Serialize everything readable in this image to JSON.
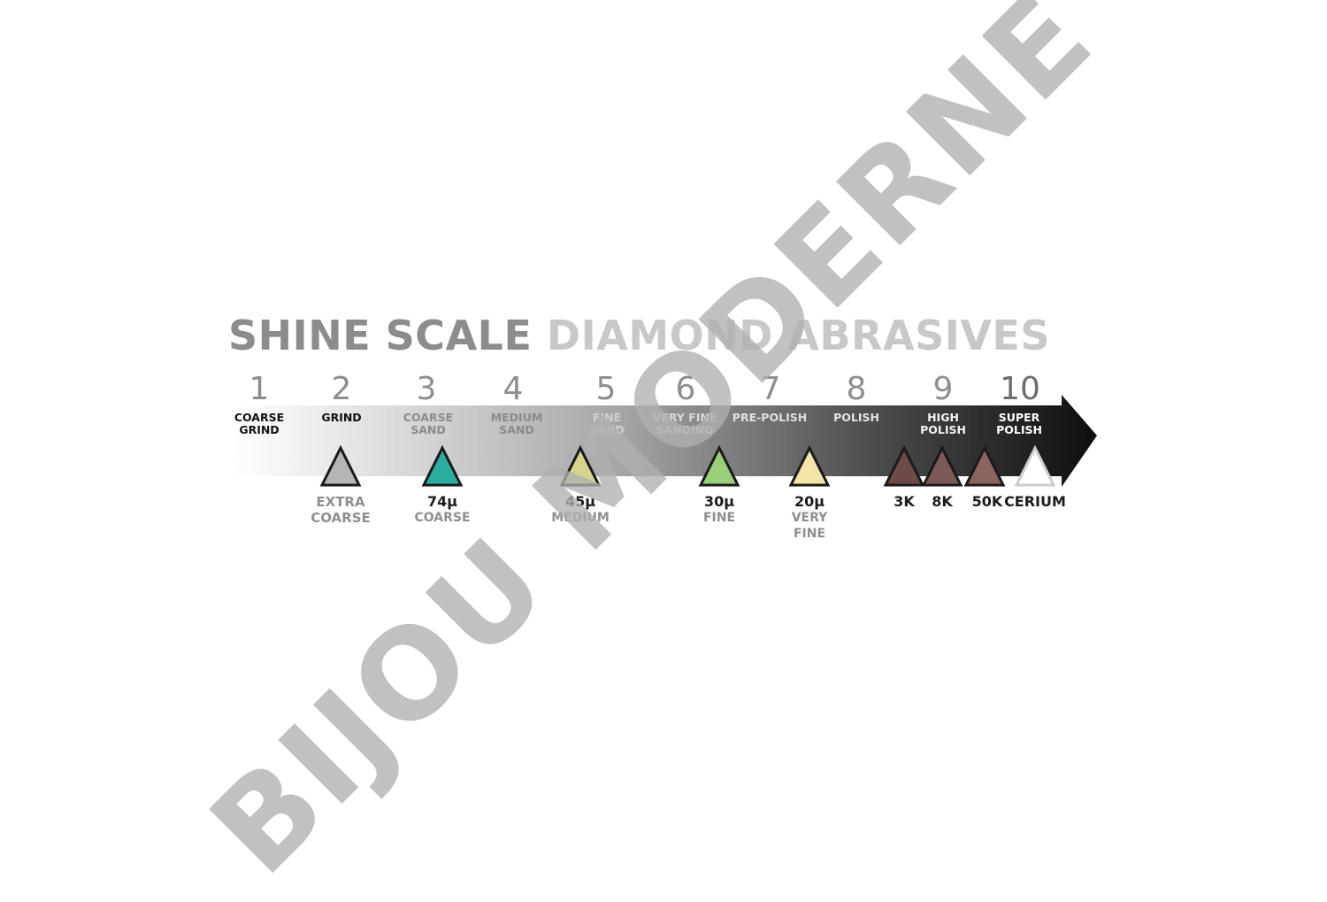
{
  "title": {
    "part1": "SHINE SCALE",
    "part2": "DIAMOND ABRASIVES"
  },
  "scale": [
    {
      "num": "1",
      "label": "COARSE\nGRIND",
      "label_color": "#111111"
    },
    {
      "num": "2",
      "label": "GRIND",
      "label_color": "#111111"
    },
    {
      "num": "3",
      "label": "COARSE\nSAND",
      "label_color": "#8a8a8a"
    },
    {
      "num": "4",
      "label": "MEDIUM\nSAND",
      "label_color": "#8a8a8a"
    },
    {
      "num": "5",
      "label": "FINE\nSAND",
      "label_color": "#cfcfcf"
    },
    {
      "num": "6",
      "label": "VERY FINE\nSANDING",
      "label_color": "#d8d8d8"
    },
    {
      "num": "7",
      "label": "PRE-POLISH",
      "label_color": "#e0e0e0"
    },
    {
      "num": "8",
      "label": "POLISH",
      "label_color": "#e4e4e4"
    },
    {
      "num": "9",
      "label": "HIGH\nPOLISH",
      "label_color": "#f2f2f2"
    },
    {
      "num": "10",
      "label": "SUPER\nPOLISH",
      "label_color": "#ffffff"
    }
  ],
  "abrasives": [
    {
      "main": "",
      "sub": "EXTRA\nCOARSE",
      "fill": "#b5b5b8",
      "stroke": "#1a1a1a",
      "strong": false
    },
    {
      "main": "74μ",
      "sub": "COARSE",
      "fill": "#2aaea0",
      "stroke": "#1a1a1a",
      "strong": true
    },
    {
      "main": "45μ",
      "sub": "MEDIUM",
      "fill": "#d6d48c",
      "stroke": "#1a1a1a",
      "strong": true
    },
    {
      "main": "30μ",
      "sub": "FINE",
      "fill": "#9bd07a",
      "stroke": "#1a1a1a",
      "strong": true
    },
    {
      "main": "20μ",
      "sub": "VERY\nFINE",
      "fill": "#f3e5a6",
      "stroke": "#1a1a1a",
      "strong": true
    },
    {
      "main": "3K",
      "sub": "",
      "fill": "#6e4a46",
      "stroke": "#1a1a1a",
      "strong": true
    },
    {
      "main": "8K",
      "sub": "",
      "fill": "#7e5854",
      "stroke": "#1a1a1a",
      "strong": true
    },
    {
      "main": "50K",
      "sub": "",
      "fill": "#8a6560",
      "stroke": "#1a1a1a",
      "strong": true
    },
    {
      "main": "CERIUM",
      "sub": "",
      "fill": "#ffffff",
      "stroke": "#cccccc",
      "strong": true
    }
  ],
  "watermark": "BIJOU MODERNE",
  "colors": {
    "arrow_start": "#ffffff",
    "arrow_end": "#0e0e0e"
  }
}
